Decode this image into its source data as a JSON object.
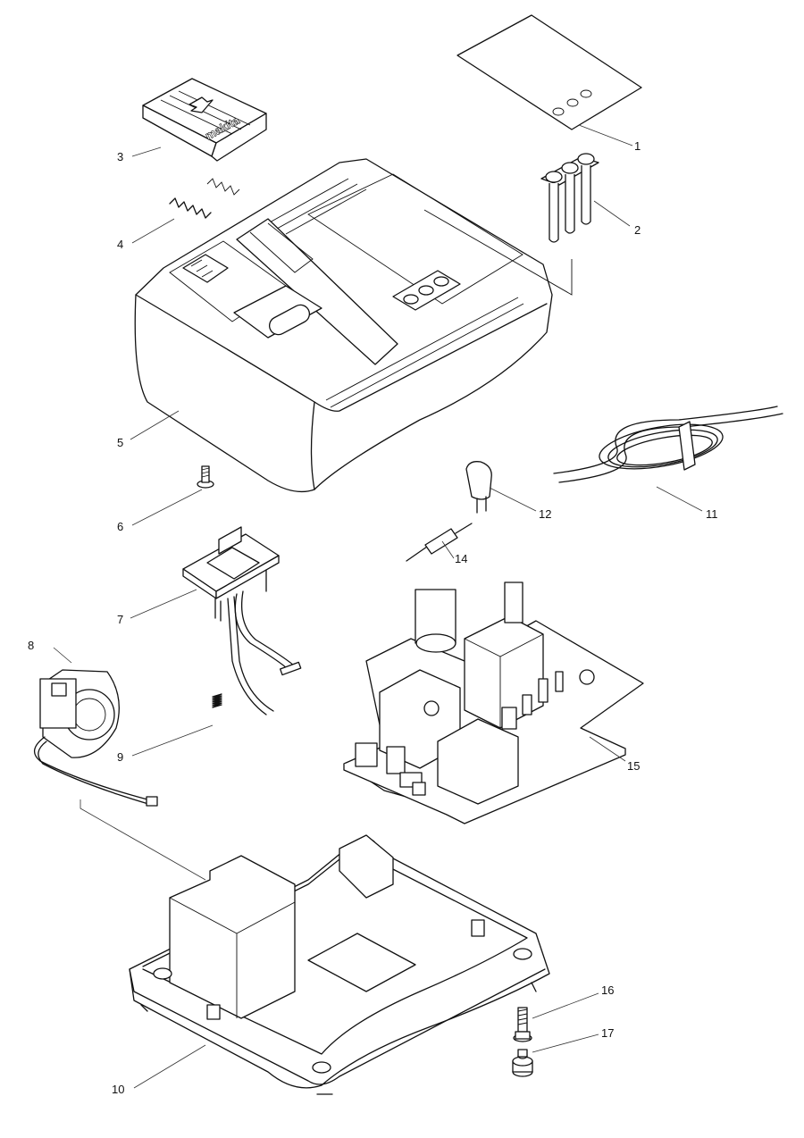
{
  "diagram": {
    "type": "exploded parts diagram",
    "parts": [
      {
        "id": "1",
        "label": "1"
      },
      {
        "id": "2",
        "label": "2"
      },
      {
        "id": "3",
        "label": "3"
      },
      {
        "id": "4",
        "label": "4"
      },
      {
        "id": "5",
        "label": "5"
      },
      {
        "id": "6",
        "label": "6"
      },
      {
        "id": "7",
        "label": "7"
      },
      {
        "id": "8",
        "label": "8"
      },
      {
        "id": "9",
        "label": "9"
      },
      {
        "id": "10",
        "label": "10"
      },
      {
        "id": "11",
        "label": "11"
      },
      {
        "id": "12",
        "label": "12"
      },
      {
        "id": "14",
        "label": "14"
      },
      {
        "id": "15",
        "label": "15"
      },
      {
        "id": "16",
        "label": "16"
      },
      {
        "id": "17",
        "label": "17"
      }
    ],
    "logo_text": "makita"
  }
}
